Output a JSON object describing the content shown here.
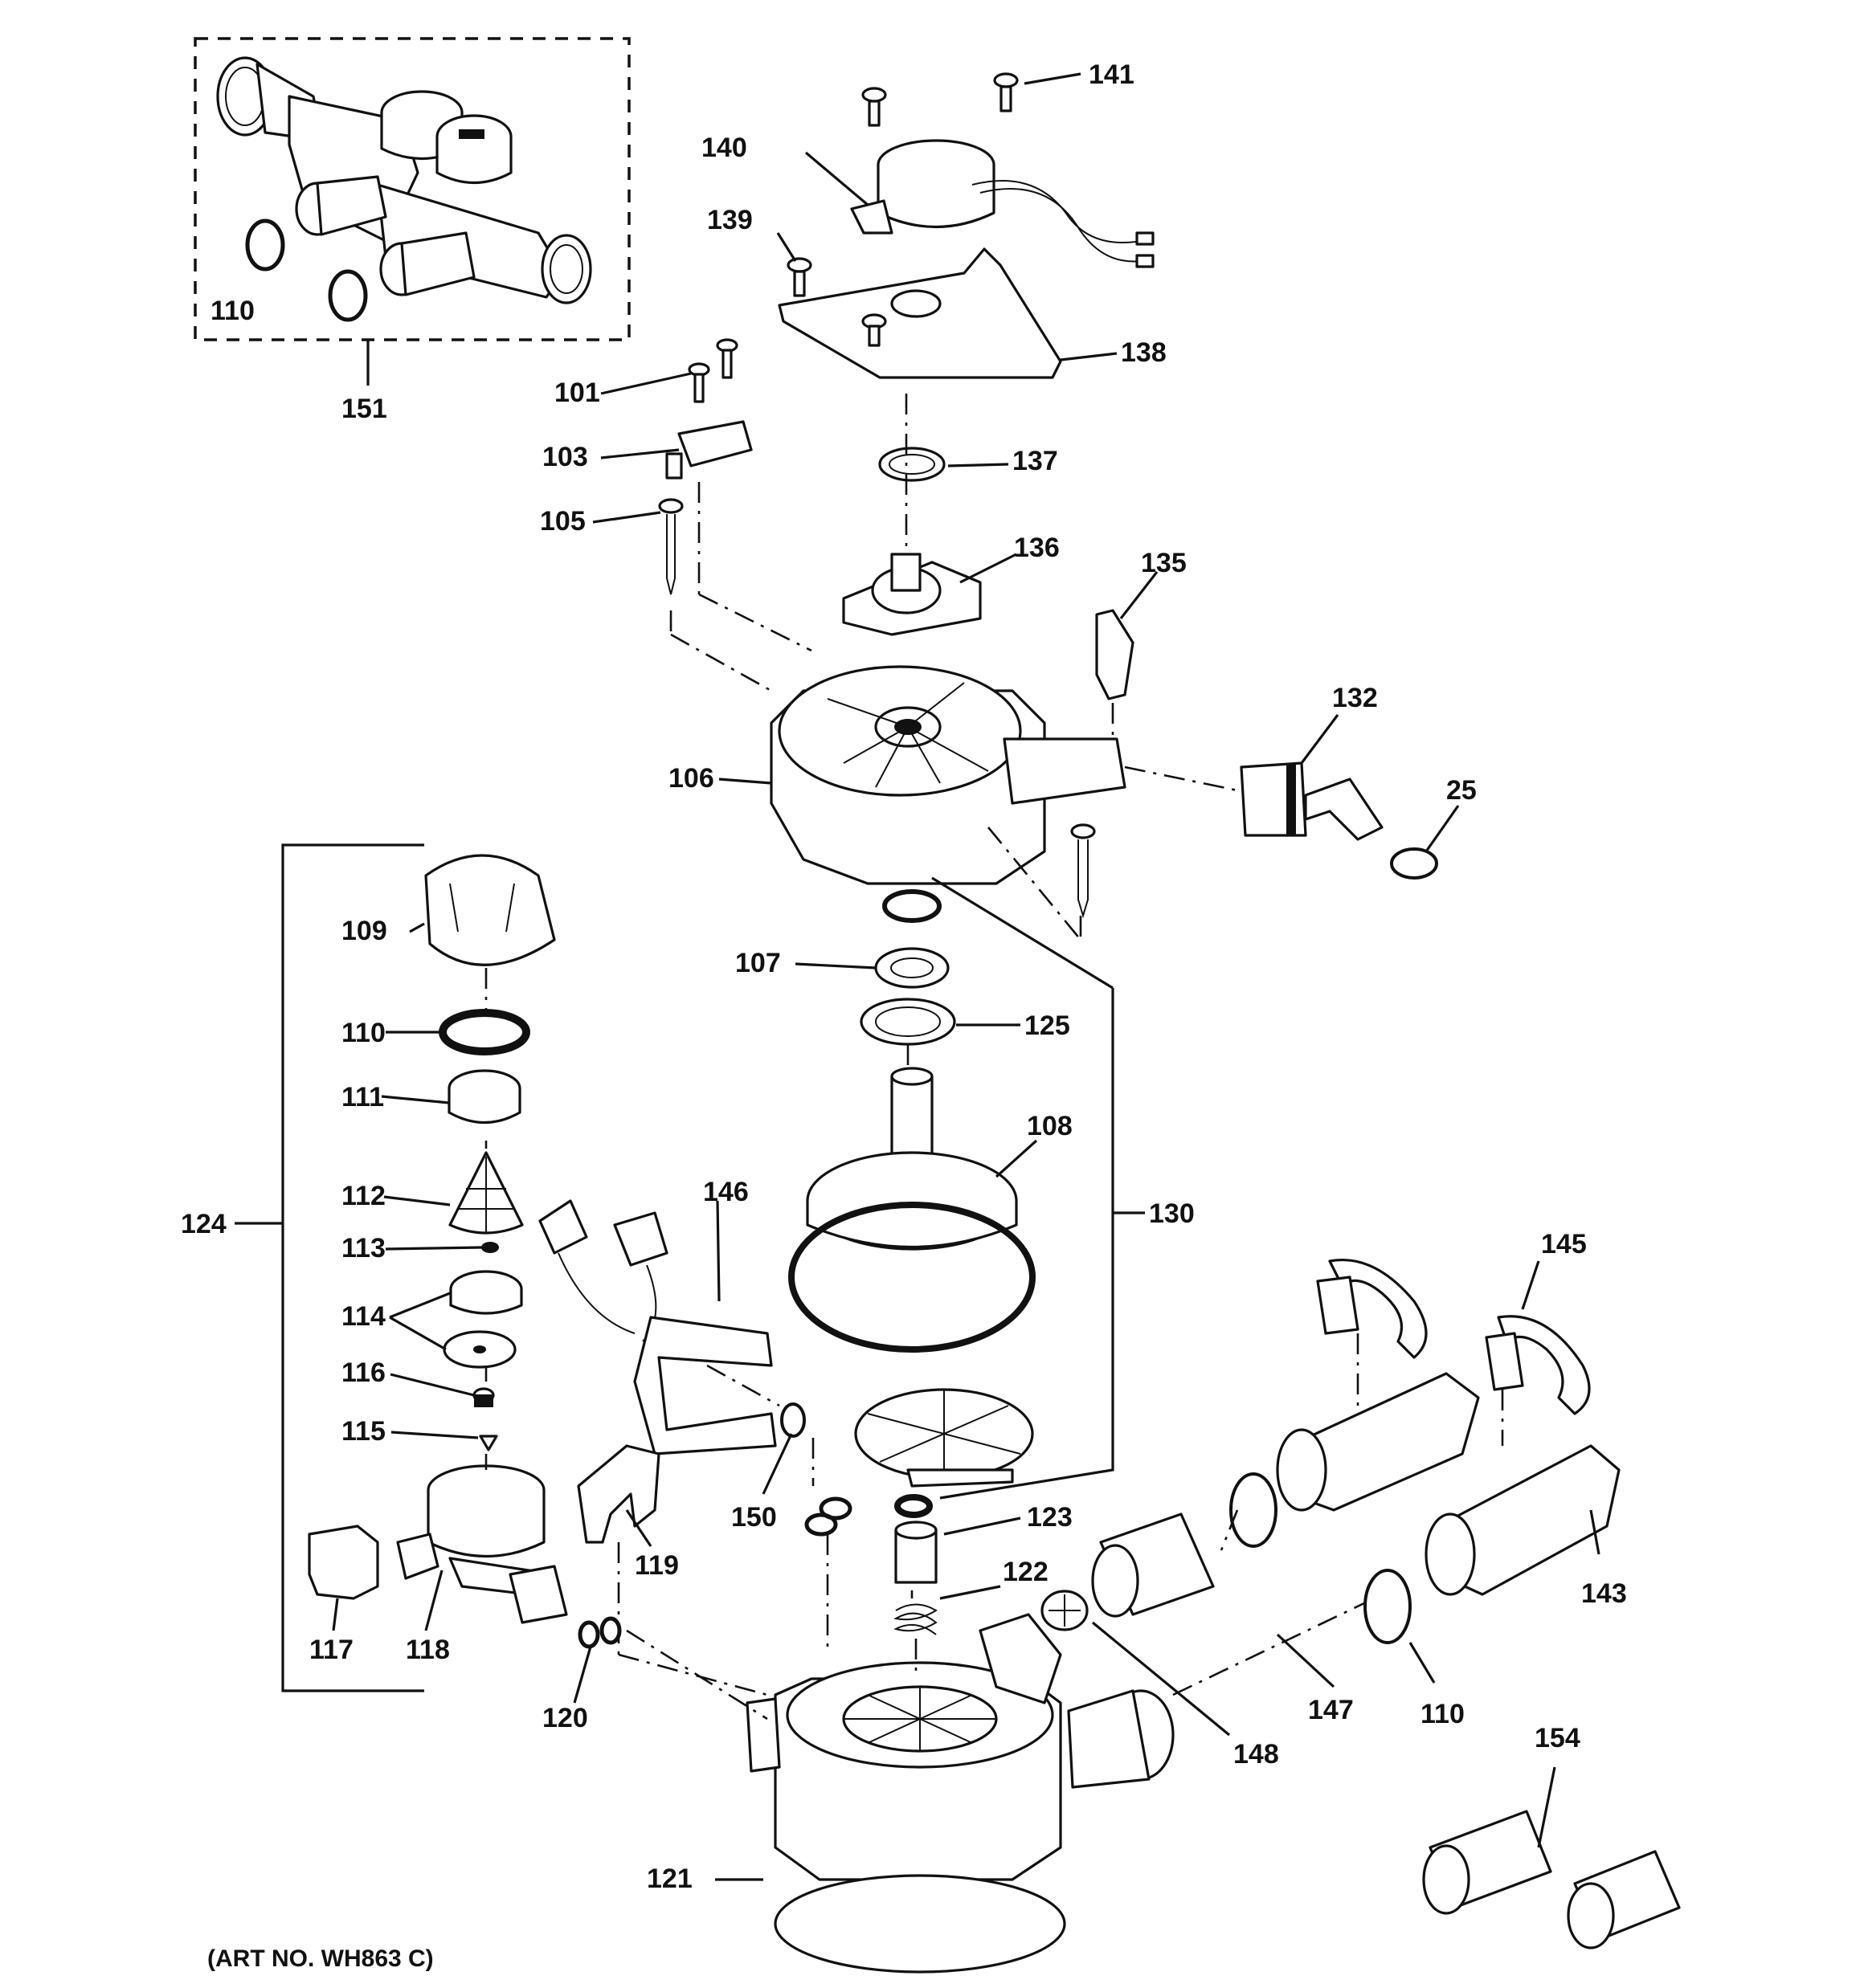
{
  "art_number": "(ART NO. WH863 C)",
  "callouts": [
    {
      "id": "c101",
      "text": "101"
    },
    {
      "id": "c103",
      "text": "103"
    },
    {
      "id": "c105",
      "text": "105"
    },
    {
      "id": "c106",
      "text": "106"
    },
    {
      "id": "c107",
      "text": "107"
    },
    {
      "id": "c108",
      "text": "108"
    },
    {
      "id": "c109",
      "text": "109"
    },
    {
      "id": "c110a",
      "text": "110"
    },
    {
      "id": "c110b",
      "text": "110"
    },
    {
      "id": "c110c",
      "text": "110"
    },
    {
      "id": "c111",
      "text": "111"
    },
    {
      "id": "c112",
      "text": "112"
    },
    {
      "id": "c113",
      "text": "113"
    },
    {
      "id": "c114",
      "text": "114"
    },
    {
      "id": "c115",
      "text": "115"
    },
    {
      "id": "c116",
      "text": "116"
    },
    {
      "id": "c117",
      "text": "117"
    },
    {
      "id": "c118",
      "text": "118"
    },
    {
      "id": "c119",
      "text": "119"
    },
    {
      "id": "c120",
      "text": "120"
    },
    {
      "id": "c121",
      "text": "121"
    },
    {
      "id": "c122",
      "text": "122"
    },
    {
      "id": "c123",
      "text": "123"
    },
    {
      "id": "c124",
      "text": "124"
    },
    {
      "id": "c125",
      "text": "125"
    },
    {
      "id": "c130",
      "text": "130"
    },
    {
      "id": "c132",
      "text": "132"
    },
    {
      "id": "c135",
      "text": "135"
    },
    {
      "id": "c136",
      "text": "136"
    },
    {
      "id": "c137",
      "text": "137"
    },
    {
      "id": "c138",
      "text": "138"
    },
    {
      "id": "c139",
      "text": "139"
    },
    {
      "id": "c140",
      "text": "140"
    },
    {
      "id": "c141",
      "text": "141"
    },
    {
      "id": "c143",
      "text": "143"
    },
    {
      "id": "c145",
      "text": "145"
    },
    {
      "id": "c146",
      "text": "146"
    },
    {
      "id": "c147",
      "text": "147"
    },
    {
      "id": "c148",
      "text": "148"
    },
    {
      "id": "c150",
      "text": "150"
    },
    {
      "id": "c151",
      "text": "151"
    },
    {
      "id": "c154",
      "text": "154"
    },
    {
      "id": "c25",
      "text": "25"
    }
  ]
}
